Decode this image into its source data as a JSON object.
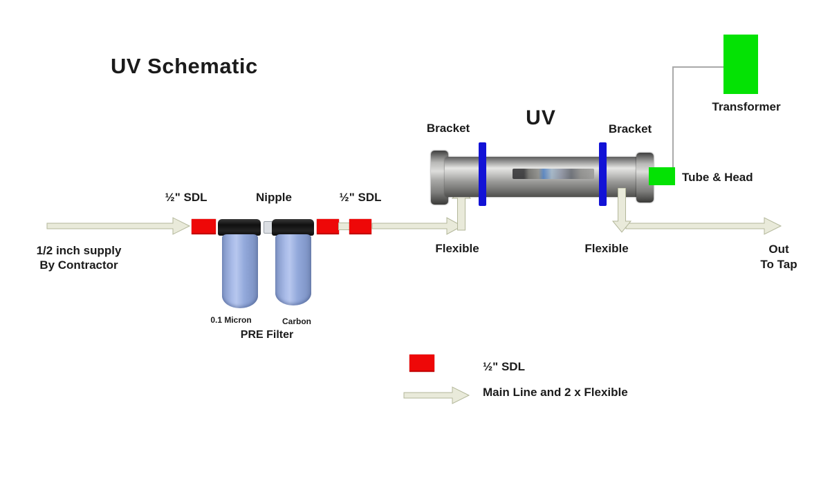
{
  "title": "UV Schematic",
  "diagram": {
    "transformer_label": "Transformer",
    "uv_label": "UV",
    "bracket_left_label": "Bracket",
    "bracket_right_label": "Bracket",
    "tube_head_label": "Tube & Head",
    "sdl_label_1": "½\" SDL",
    "nipple_label": "Nipple",
    "sdl_label_2": "½\" SDL",
    "supply_line1": "1/2 inch supply",
    "supply_line2": "By Contractor",
    "filter1_label": "0.1 Micron",
    "filter2_label": "Carbon",
    "pre_filter_label": "PRE Filter",
    "flexible_left_label": "Flexible",
    "flexible_right_label": "Flexible",
    "out_line1": "Out",
    "out_line2": "To Tap"
  },
  "legend": {
    "sdl_label": "½\" SDL",
    "main_line_label": "Main Line and 2 x Flexible"
  },
  "colors": {
    "sdl_red": "#ee0808",
    "transformer_green": "#04e204",
    "tube_head_green": "#04e204",
    "bracket_blue": "#1212d6",
    "pipe_beige": "#e9eada",
    "pipe_border": "#b3b79a",
    "filter_blue": "#93a9db",
    "text_black": "#1b1b1b"
  }
}
